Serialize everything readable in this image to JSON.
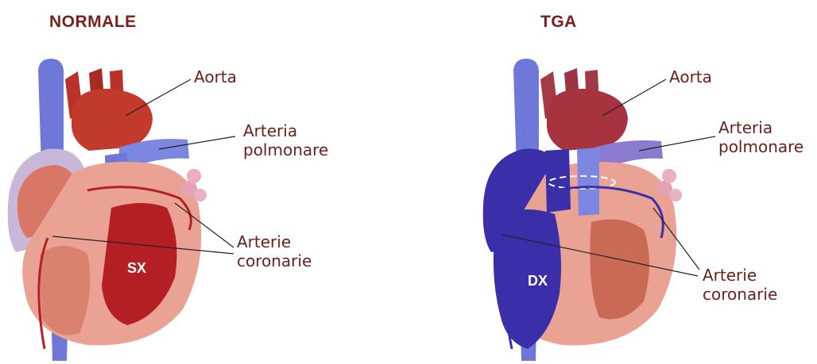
{
  "normale": {
    "title": "NORMALE",
    "aorta": "Aorta",
    "arteria_l1": "Arteria",
    "arteria_l2": "polmonare",
    "arterie_l1": "Arterie",
    "arterie_l2": "coronarie",
    "chamber": "SX"
  },
  "tga": {
    "title": "TGA",
    "aorta": "Aorta",
    "arteria_l1": "Arteria",
    "arteria_l2": "polmonare",
    "arterie_l1": "Arterie",
    "arterie_l2": "coronarie",
    "chamber": "DX"
  },
  "colors": {
    "title": "#7a1f1f",
    "label": "#6b1e1e",
    "aorta_red": "#b8322a",
    "vein_blue": "#6f78d8",
    "tga_blue": "#3a2fa8",
    "heart_pink": "#e89a8c"
  }
}
